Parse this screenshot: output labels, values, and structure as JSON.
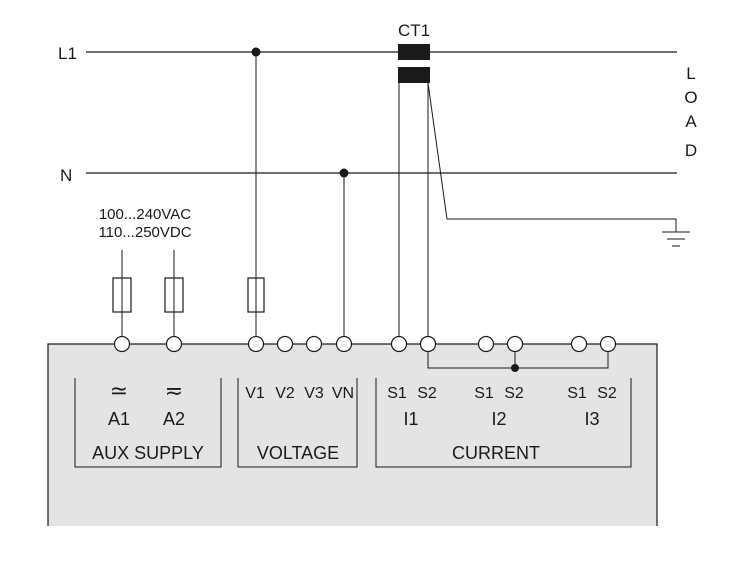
{
  "lines": {
    "l1": "L1",
    "n": "N"
  },
  "ct": {
    "label": "CT1"
  },
  "load_letters": [
    "L",
    "O",
    "A",
    "D"
  ],
  "supply": {
    "line1": "100...240VAC",
    "line2": "110...250VDC"
  },
  "aux": {
    "a1_symbol": "≃",
    "a2_symbol": "≂",
    "a1": "A1",
    "a2": "A2",
    "group": "AUX SUPPLY"
  },
  "voltage": {
    "terminals": [
      "V1",
      "V2",
      "V3",
      "VN"
    ],
    "group": "VOLTAGE"
  },
  "current": {
    "s1": "S1",
    "s2": "S2",
    "inputs": [
      "I1",
      "I2",
      "I3"
    ],
    "group": "CURRENT"
  },
  "colors": {
    "panel": "#e4e4e4",
    "ink": "#1a1a1a"
  }
}
